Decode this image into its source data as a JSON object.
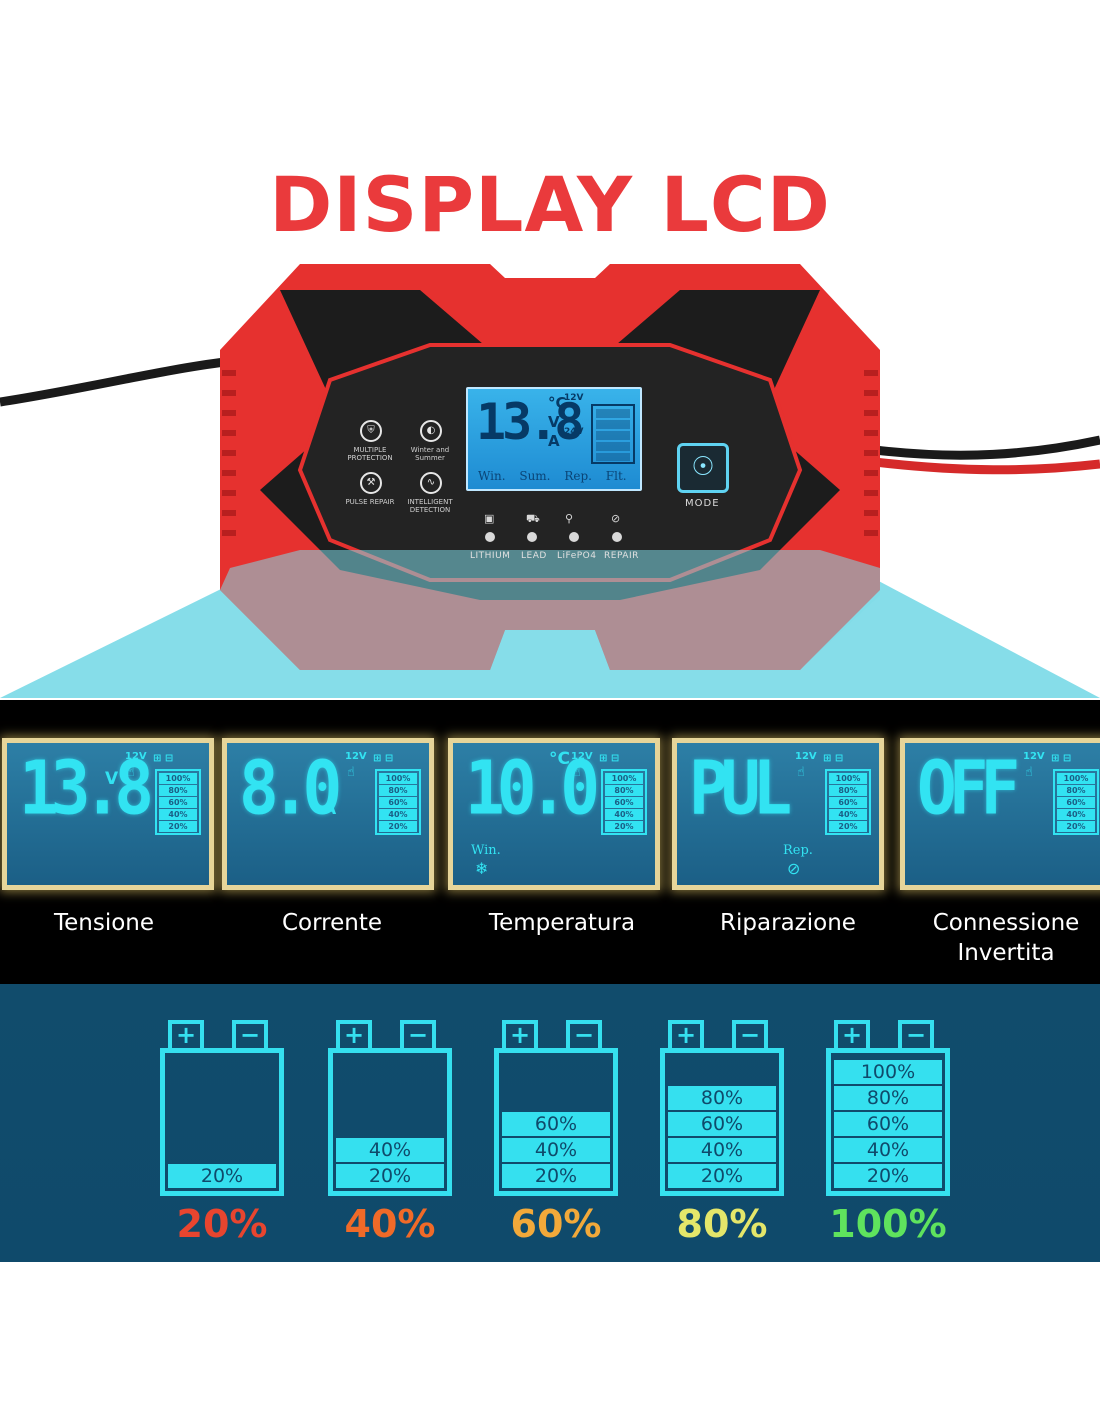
{
  "title": "DISPLAY LCD",
  "device": {
    "lcd": {
      "reading": "13.8",
      "unit_c": "°C",
      "unit_v": "V",
      "unit_a": "A",
      "v12": "12V",
      "v24": "24V",
      "modes": [
        "Win.",
        "Sum.",
        "Rep.",
        "Flt."
      ]
    },
    "buttons": [
      {
        "label": "MULTIPLE PROTECTION",
        "icon": "shield-icon"
      },
      {
        "label": "Winter and Summer",
        "icon": "half-moon-icon"
      },
      {
        "label": "PULSE REPAIR",
        "icon": "wrench-icon"
      },
      {
        "label": "INTELLIGENT DETECTION",
        "icon": "pulse-icon"
      }
    ],
    "battery_types": [
      "LITHIUM",
      "LEAD",
      "LiFePO4",
      "REPAIR"
    ],
    "mode_button": {
      "label": "MODE",
      "icon": "fingerprint-icon"
    }
  },
  "screens": [
    {
      "reading": "13.8",
      "unit": "V",
      "mode": "",
      "caption": "Tensione"
    },
    {
      "reading": "8.0",
      "unit": "A",
      "mode": "",
      "caption": "Corrente"
    },
    {
      "reading": "10.0",
      "unit": "°C",
      "mode": "Win.",
      "caption": "Temperatura"
    },
    {
      "reading": "PUL",
      "unit": "",
      "mode": "Rep.",
      "caption": "Riparazione"
    },
    {
      "reading": "OFF",
      "unit": "",
      "mode": "",
      "caption": "Connessione Invertita"
    }
  ],
  "screen_common": {
    "v12": "12V",
    "levels": [
      "100%",
      "80%",
      "60%",
      "40%",
      "20%"
    ]
  },
  "battery_levels": [
    {
      "label": "20%",
      "level": 1,
      "color": "#e8452f"
    },
    {
      "label": "40%",
      "level": 2,
      "color": "#f06a28"
    },
    {
      "label": "60%",
      "level": 3,
      "color": "#f2a93a"
    },
    {
      "label": "80%",
      "level": 4,
      "color": "#e4e66a"
    },
    {
      "label": "100%",
      "level": 5,
      "color": "#5fe35d"
    }
  ],
  "cell_labels": [
    "20%",
    "40%",
    "60%",
    "80%",
    "100%"
  ],
  "colors": {
    "title": "#ea3a3c",
    "lcd_cyan": "#32e3f2",
    "charger_red": "#e6312f",
    "panel_blue": "#0f4a6b"
  }
}
